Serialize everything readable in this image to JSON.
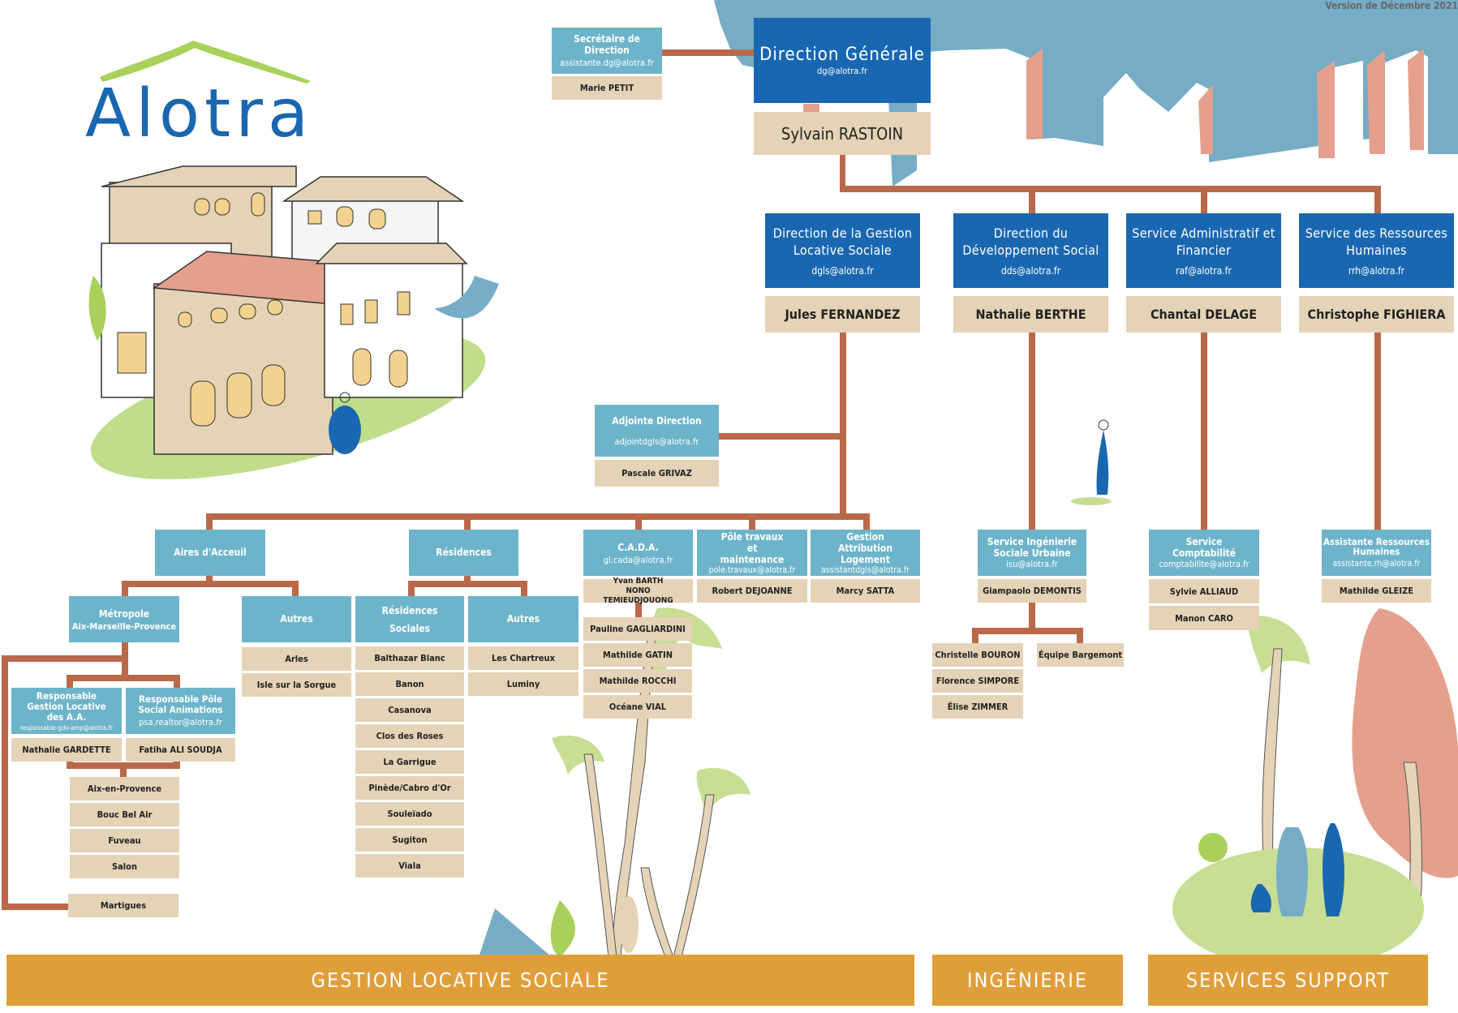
{
  "version": "Version de Décembre 2021",
  "logo": {
    "text": "Alotra"
  },
  "colors": {
    "dark_blue": "#1a67b1",
    "light_blue": "#6db4cb",
    "tan": "#e4d3b6",
    "connector": "#b9694a",
    "banner": "#e09e3a",
    "sky": "#76acc6",
    "salmon": "#e4a08c",
    "green": "#a9d15b"
  },
  "direction_generale": {
    "title": "Direction Générale",
    "email": "dg@alotra.fr",
    "name": "Sylvain RASTOIN"
  },
  "secretaire": {
    "title": "Secrétaire de Direction",
    "email": "assistante.dg@alotra.fr",
    "name": "Marie PETIT"
  },
  "directions": [
    {
      "title": "Direction de la Gestion Locative Sociale",
      "email": "dgls@alotra.fr",
      "name": "Jules FERNANDEZ"
    },
    {
      "title": "Direction du Développement Social",
      "email": "dds@alotra.fr",
      "name": "Nathalie BERTHE"
    },
    {
      "title": "Service Administratif et Financier",
      "email": "raf@alotra.fr",
      "name": "Chantal DELAGE"
    },
    {
      "title": "Service des Ressources Humaines",
      "email": "rrh@alotra.fr",
      "name": "Christophe FIGHIERA"
    }
  ],
  "adjointe": {
    "title": "Adjointe Direction",
    "email": "adjointdgls@alotra.fr",
    "name": "Pascale GRIVAZ"
  },
  "gls": {
    "aires": {
      "title": "Aires d'Acceuil",
      "metropole": {
        "title": "Métropole",
        "subtitle": "Aix-Marseille-Provence"
      },
      "autres": {
        "title": "Autres",
        "items": [
          "Arles",
          "Isle sur la Sorgue"
        ]
      },
      "resp_gestion": {
        "title": "Responsable Gestion Locative des A.A.",
        "email": "responsable-gdv-amp@alotra.fr",
        "name": "Nathalie GARDETTE"
      },
      "resp_pole": {
        "title": "Responsable Pôle Social Animations",
        "email": "psa.realtor@alotra.fr",
        "name": "Fatiha ALI SOUDJA"
      },
      "sites": [
        "Aix-en-Provence",
        "Bouc Bel Air",
        "Fuveau",
        "Salon"
      ],
      "martigues": "Martigues"
    },
    "residences": {
      "title": "Résidences",
      "sociales": {
        "title": "Résidences Sociales",
        "items": [
          "Balthazar Blanc",
          "Banon",
          "Casanova",
          "Clos des Roses",
          "La Garrigue",
          "Pinède/Cabro d'Or",
          "Souleïado",
          "Sugiton",
          "Viala"
        ]
      },
      "autres": {
        "title": "Autres",
        "items": [
          "Les Chartreux",
          "Luminy"
        ]
      }
    },
    "cada": {
      "title": "C.A.D.A.",
      "email": "gl.cada@alotra.fr",
      "name": "Yvan BARTH NONO TEMIEUDJOUONG",
      "team": [
        "Pauline GAGLIARDINI",
        "Mathilde GATIN",
        "Mathilde ROCCHI",
        "Océane VIAL"
      ]
    },
    "travaux": {
      "title": "Pôle travaux et maintenance",
      "email": "pole.travaux@alotra.fr",
      "name": "Robert DEJOANNE"
    },
    "attribution": {
      "title": "Gestion Attribution Logement",
      "email": "assistantdgls@alotra.fr",
      "name": "Marcy SATTA"
    }
  },
  "isu": {
    "title": "Service Ingénierie Sociale Urbaine",
    "email": "isu@alotra.fr",
    "name": "Giampaolo DEMONTIS",
    "team": [
      "Christelle BOURON",
      "Florence SIMPORE",
      "Élise ZIMMER"
    ],
    "bargemont": "Équipe Bargemont"
  },
  "compta": {
    "title": "Service Comptabilité",
    "email": "comptabilite@alotra.fr",
    "team": [
      "Sylvie ALLIAUD",
      "Manon CARO"
    ]
  },
  "assistante_rh": {
    "title": "Assistante Ressources Humaines",
    "email": "assistante.rh@alotra.fr",
    "name": "Mathilde GLEIZE"
  },
  "banners": [
    "GESTION LOCATIVE SOCIALE",
    "INGÉNIERIE",
    "SERVICES SUPPORT"
  ]
}
